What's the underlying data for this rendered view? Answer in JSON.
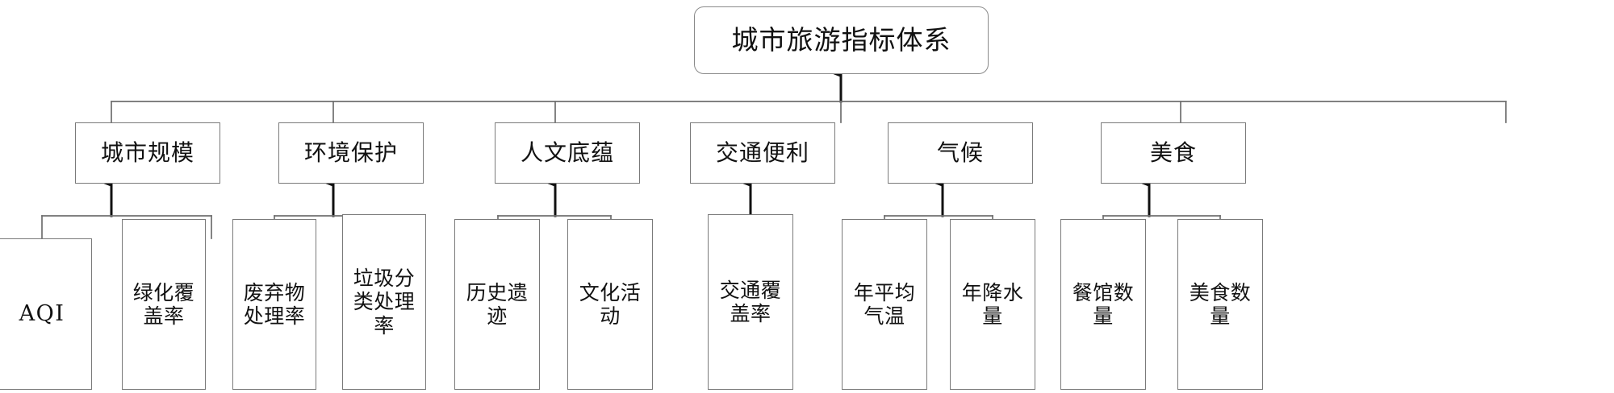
{
  "diagram": {
    "title_text": "城市旅游指标体系",
    "type": "hierarchy-tree",
    "orientation": "bottom-up-arrows",
    "colors": {
      "background": "#ffffff",
      "box_border": "#7a7a7a",
      "edge_line": "#6f6f6f",
      "text": "#111111"
    },
    "root": {
      "id": "root",
      "label": "城市旅游指标体系",
      "shape": "rounded-rectangle"
    },
    "level2": [
      {
        "id": "l2-0",
        "label": "城市规模"
      },
      {
        "id": "l2-1",
        "label": "环境保护"
      },
      {
        "id": "l2-2",
        "label": "人文底蕴"
      },
      {
        "id": "l2-3",
        "label": "交通便利"
      },
      {
        "id": "l2-4",
        "label": "气候"
      },
      {
        "id": "l2-5",
        "label": "美食"
      }
    ],
    "leaves": [
      {
        "id": "leaf-0",
        "parent": "l2-0",
        "label": "AQI",
        "script": "latin"
      },
      {
        "id": "leaf-1",
        "parent": "l2-0",
        "label": "绿化覆盖率",
        "script": "han"
      },
      {
        "id": "leaf-2",
        "parent": "l2-1",
        "label": "废弃物处理率",
        "script": "han"
      },
      {
        "id": "leaf-3",
        "parent": "l2-1",
        "label": "垃圾分类处理率",
        "script": "han"
      },
      {
        "id": "leaf-4",
        "parent": "l2-2",
        "label": "历史遗迹",
        "script": "han"
      },
      {
        "id": "leaf-5",
        "parent": "l2-2",
        "label": "文化活动",
        "script": "han"
      },
      {
        "id": "leaf-6",
        "parent": "l2-3",
        "label": "交通覆盖率",
        "script": "han"
      },
      {
        "id": "leaf-7",
        "parent": "l2-4",
        "label": "年平均气温",
        "script": "han"
      },
      {
        "id": "leaf-8",
        "parent": "l2-4",
        "label": "年降水量",
        "script": "han"
      },
      {
        "id": "leaf-9",
        "parent": "l2-5",
        "label": "餐馆数量",
        "script": "han"
      },
      {
        "id": "leaf-10",
        "parent": "l2-5",
        "label": "美食数量",
        "script": "han"
      }
    ]
  }
}
